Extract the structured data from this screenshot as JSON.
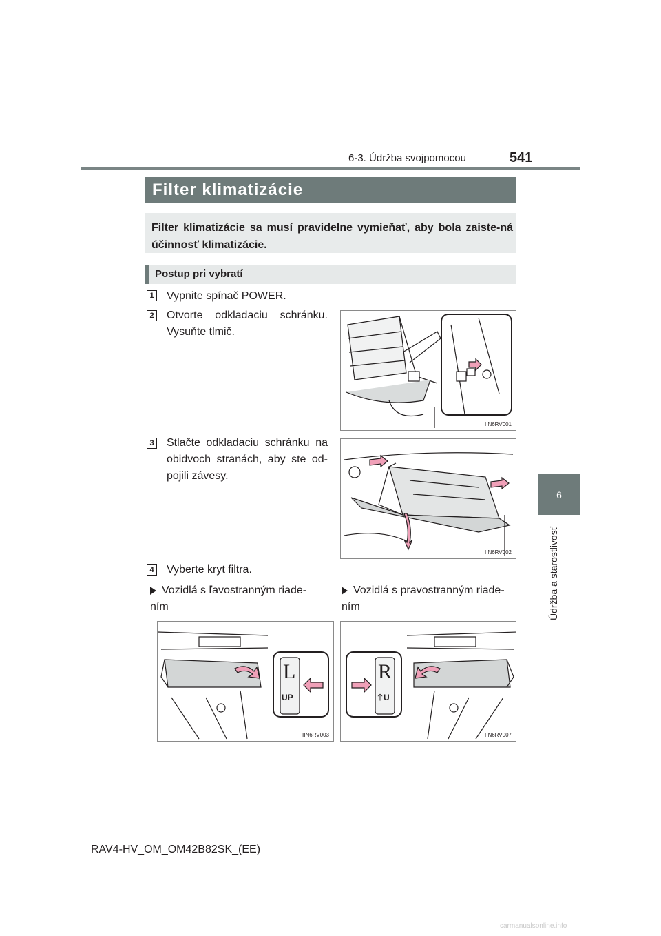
{
  "header": {
    "section": "6-3. Údržba svojpomocou",
    "page_number": "541"
  },
  "chapter_tab": {
    "number": "6",
    "title": "Údržba a starostlivosť"
  },
  "section_title": "Filter klimatizácie",
  "intro": "Filter klimatizácie sa musí pravidelne vymieňať, aby bola zaiste-ná účinnosť klimatizácie.",
  "subsection_title": "Postup pri vybratí",
  "steps": [
    {
      "num": "1",
      "text": "Vypnite spínač POWER."
    },
    {
      "num": "2",
      "text": "Otvorte odkladaciu schránku. Vysuňte tlmič.",
      "figure_code": "IIN6RV001"
    },
    {
      "num": "3",
      "text": "Stlačte odkladaciu schránku na obidvoch stranách, aby ste od-pojili závesy.",
      "figure_code": "IIN6RV002"
    },
    {
      "num": "4",
      "text": "Vyberte kryt filtra."
    }
  ],
  "variants": [
    {
      "text": "Vozidlá s ľavostranným riade-ním",
      "figure_code": "IIN6RV003",
      "marker": "L",
      "marker_sub": "UP"
    },
    {
      "text": "Vozidlá s pravostranným riade-ním",
      "figure_code": "IIN6RV007",
      "marker": "R",
      "marker_sub": "⇧U"
    }
  ],
  "footer_code": "RAV4-HV_OM_OM42B82SK_(EE)",
  "watermark": "carmanualsonline.info",
  "colors": {
    "accent": "#6e7b7a",
    "light_panel": "#e8ebeb",
    "arrow_fill": "#f0a0b8"
  }
}
